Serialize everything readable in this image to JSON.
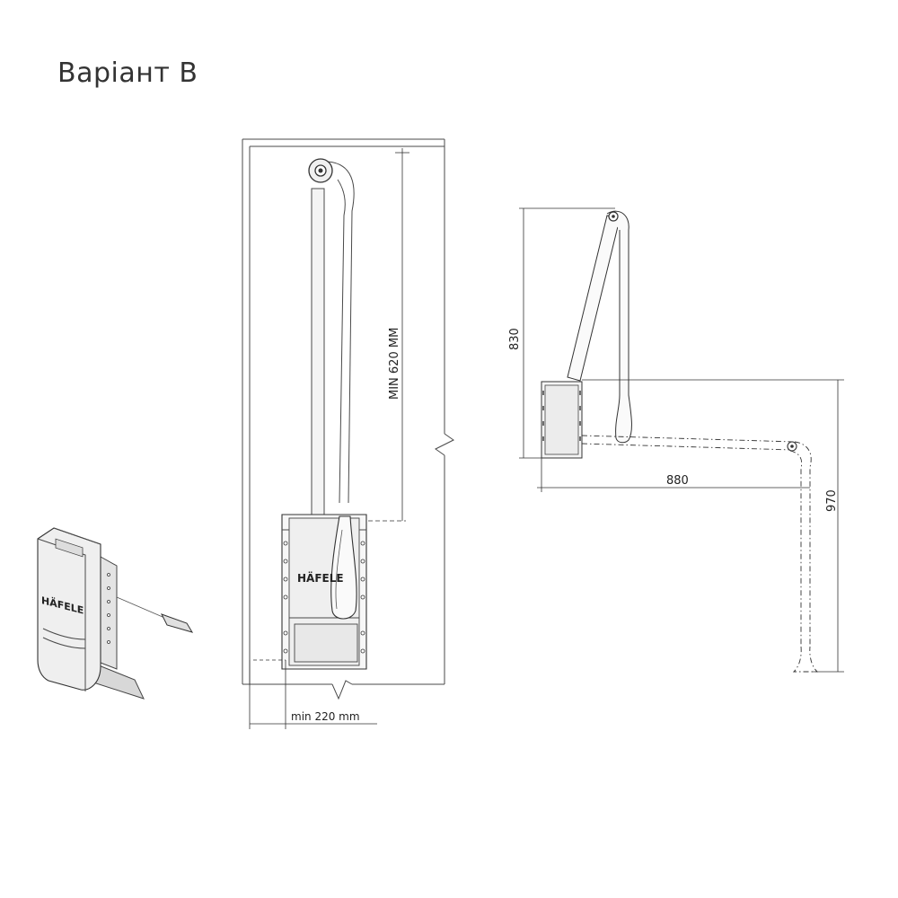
{
  "title": "Варіант B",
  "dimensions": {
    "min_height": "MIN 620 MM",
    "min_width": "min 220 mm",
    "arm_height": "830",
    "reach": "880",
    "drop": "970"
  },
  "brand": {
    "front_view": "HÄFELE",
    "iso_view": "HÄFELE"
  },
  "colors": {
    "line": "#4a4a4a",
    "body_fill": "#e6e6e6",
    "dark": "#333333"
  },
  "icons": [
    "wardrobe-lift-front-view",
    "wardrobe-lift-side-view",
    "wardrobe-lift-iso-view"
  ]
}
